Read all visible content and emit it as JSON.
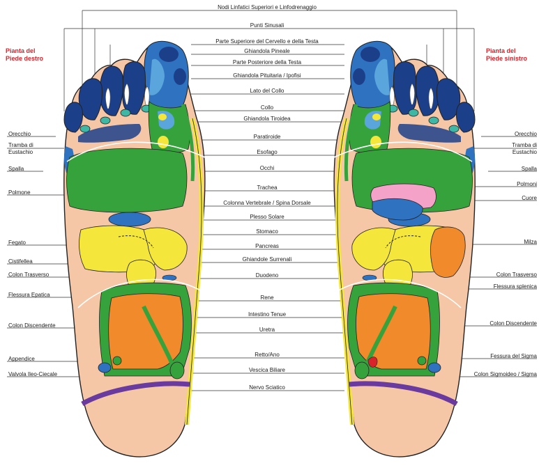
{
  "titles": {
    "right_foot": [
      "Pianta del",
      "Piede destro"
    ],
    "left_foot": [
      "Pianta del",
      "Piede sinistro"
    ]
  },
  "center_labels": [
    "Nodi Linfatici Superiori e Linfodrenaggio",
    "Punti Sinusali",
    "Parte Superiore del Cervello e della Testa",
    "Ghiandola Pineale",
    "Parte Posteriore della Testa",
    "Ghiandola Pituitaria / Ipofisi",
    "Lato del Collo",
    "Collo",
    "Ghiandola Tiroidea",
    "Paratiroide",
    "Esofago",
    "Occhi",
    "Trachea",
    "Colonna Vertebrale / Spina Dorsale",
    "Plesso Solare",
    "Stomaco",
    "Pancreas",
    "Ghiandole Surrenali",
    "Duodeno",
    "Rene",
    "Intestino Tenue",
    "Uretra",
    "Retto/Ano",
    "Vescica Biliare",
    "Nervo Sciatico"
  ],
  "left_labels": [
    "Orecchio",
    "Tramba di\nEustachio",
    "Spalla",
    "Polmone",
    "Fegato",
    "Cistifellea",
    "Colon Trasverso",
    "Flessura Epatica",
    "Colon Discendente",
    "Appendice",
    "Valvola Ileo-Ciecale"
  ],
  "right_labels": [
    "Orecchio",
    "Tramba di\nEustachio",
    "Spalla",
    "Polmoni",
    "Cuore",
    "Milza",
    "Colon Trasverso",
    "Flessura splenica",
    "Colon Discendente",
    "Fessura del Sigma",
    "Colon Sigmoideo / Sigma"
  ],
  "colors": {
    "skin": "#f6c7a7",
    "dark_blue": "#1c3f8a",
    "mid_blue": "#2f73c0",
    "light_blue": "#5ba5dd",
    "teal": "#3fb7a5",
    "green": "#35a23b",
    "yellow": "#f4e63a",
    "orange": "#f08a2a",
    "purple": "#6a3a9e",
    "pink": "#f4a2c8",
    "red": "#d9232b",
    "outline": "#222222"
  }
}
